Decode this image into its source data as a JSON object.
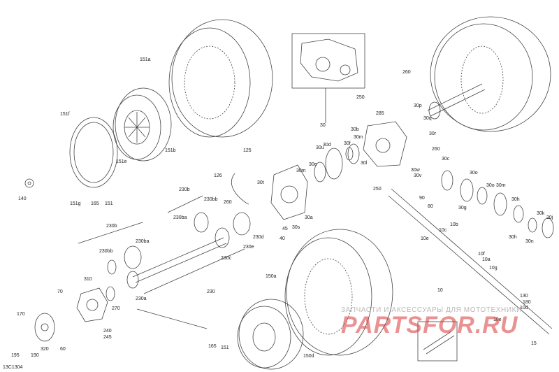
{
  "diagram": {
    "code": "13C1304",
    "watermark_line1": "ЗАПЧАСТИ И АКСЕССУАРЫ ДЛЯ МОТОТЕХНИКИ",
    "watermark_line2": "PARTSFOR.RU",
    "callouts": [
      {
        "id": "151a",
        "text": "151a"
      },
      {
        "id": "151f",
        "text": "151f"
      },
      {
        "id": "151e",
        "text": "151e"
      },
      {
        "id": "151b",
        "text": "151b"
      },
      {
        "id": "140",
        "text": "140"
      },
      {
        "id": "151g",
        "text": "151g"
      },
      {
        "id": "165a",
        "text": "165"
      },
      {
        "id": "151",
        "text": "151"
      },
      {
        "id": "126",
        "text": "126"
      },
      {
        "id": "125",
        "text": "125"
      },
      {
        "id": "230b",
        "text": "230b"
      },
      {
        "id": "230bb1",
        "text": "230bb"
      },
      {
        "id": "230ba1",
        "text": "230ba"
      },
      {
        "id": "260a",
        "text": "260"
      },
      {
        "id": "30t",
        "text": "30t"
      },
      {
        "id": "30a",
        "text": "30a"
      },
      {
        "id": "30s",
        "text": "30s"
      },
      {
        "id": "45",
        "text": "45"
      },
      {
        "id": "40",
        "text": "40"
      },
      {
        "id": "230d",
        "text": "230d"
      },
      {
        "id": "230e",
        "text": "230e"
      },
      {
        "id": "230c",
        "text": "230c"
      },
      {
        "id": "230b2",
        "text": "230b"
      },
      {
        "id": "230bb2",
        "text": "230bb"
      },
      {
        "id": "230ba2",
        "text": "230ba"
      },
      {
        "id": "230",
        "text": "230"
      },
      {
        "id": "230a",
        "text": "230a"
      },
      {
        "id": "310",
        "text": "310"
      },
      {
        "id": "70",
        "text": "70"
      },
      {
        "id": "270",
        "text": "270"
      },
      {
        "id": "170",
        "text": "170"
      },
      {
        "id": "240",
        "text": "240"
      },
      {
        "id": "245",
        "text": "245"
      },
      {
        "id": "320",
        "text": "320"
      },
      {
        "id": "60",
        "text": "60"
      },
      {
        "id": "195",
        "text": "195"
      },
      {
        "id": "190",
        "text": "190"
      },
      {
        "id": "30",
        "text": "30"
      },
      {
        "id": "250a",
        "text": "250"
      },
      {
        "id": "285",
        "text": "285"
      },
      {
        "id": "30b",
        "text": "30b"
      },
      {
        "id": "30f",
        "text": "30f"
      },
      {
        "id": "30m1",
        "text": "30m"
      },
      {
        "id": "30u",
        "text": "30u"
      },
      {
        "id": "30d",
        "text": "30d"
      },
      {
        "id": "30e",
        "text": "30e"
      },
      {
        "id": "30m2",
        "text": "30m"
      },
      {
        "id": "30l",
        "text": "30l"
      },
      {
        "id": "250b",
        "text": "250"
      },
      {
        "id": "260b",
        "text": "260"
      },
      {
        "id": "30p",
        "text": "30p"
      },
      {
        "id": "30q",
        "text": "30q"
      },
      {
        "id": "30r",
        "text": "30r"
      },
      {
        "id": "260c",
        "text": "260"
      },
      {
        "id": "30c",
        "text": "30c"
      },
      {
        "id": "30w",
        "text": "30w"
      },
      {
        "id": "30v",
        "text": "30v"
      },
      {
        "id": "30o1",
        "text": "30o"
      },
      {
        "id": "30o2",
        "text": "30o"
      },
      {
        "id": "30m3",
        "text": "30m"
      },
      {
        "id": "30g",
        "text": "30g"
      },
      {
        "id": "30h1",
        "text": "30h"
      },
      {
        "id": "30k",
        "text": "30k"
      },
      {
        "id": "30h2",
        "text": "30h"
      },
      {
        "id": "30n",
        "text": "30n"
      },
      {
        "id": "30j",
        "text": "30j"
      },
      {
        "id": "90",
        "text": "90"
      },
      {
        "id": "80",
        "text": "80"
      },
      {
        "id": "10b",
        "text": "10b"
      },
      {
        "id": "10c",
        "text": "10c"
      },
      {
        "id": "10e1",
        "text": "10e"
      },
      {
        "id": "10f",
        "text": "10f"
      },
      {
        "id": "10a",
        "text": "10a"
      },
      {
        "id": "10g",
        "text": "10g"
      },
      {
        "id": "10",
        "text": "10"
      },
      {
        "id": "130",
        "text": "130"
      },
      {
        "id": "180",
        "text": "180"
      },
      {
        "id": "10d",
        "text": "10d"
      },
      {
        "id": "10e2",
        "text": "10e"
      },
      {
        "id": "15",
        "text": "15"
      },
      {
        "id": "150a",
        "text": "150a"
      },
      {
        "id": "165b",
        "text": "165"
      },
      {
        "id": "151b2",
        "text": "151"
      },
      {
        "id": "150d",
        "text": "150d"
      }
    ]
  }
}
